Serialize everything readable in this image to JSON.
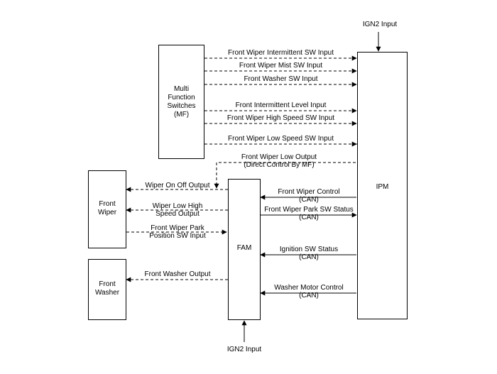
{
  "blocks": {
    "mf": "Multi\nFunction\nSwitches\n(MF)",
    "ipm": "IPM",
    "fam": "FAM",
    "front_wiper": "Front\nWiper",
    "front_washer": "Front\nWasher"
  },
  "inputs": {
    "ign2_top": "IGN2 Input",
    "ign2_bottom": "IGN2 Input"
  },
  "signals": {
    "mf_ipm": [
      "Front Wiper Intermittent SW Input",
      "Front Wiper Mist SW Input",
      "Front Washer SW Input",
      "Front Intermittent Level Input",
      "Front Wiper High Speed SW Input",
      "Front Wiper Low Speed SW Input"
    ],
    "low_output": "Front Wiper Low Output\n(Direct Control By MF)",
    "wiper_on_off": "Wiper On Off Output",
    "wiper_low_high": "Wiper Low High\nSpeed Output",
    "park_position": "Front Wiper Park\nPosition SW Input",
    "washer_output": "Front Washer Output",
    "front_wiper_control": "Front Wiper Control\n(CAN)",
    "front_wiper_park_status": "Front Wiper Park SW Status\n(CAN)",
    "ignition_status": "Ignition SW Status\n(CAN)",
    "washer_motor_control": "Washer Motor Control\n(CAN)"
  }
}
